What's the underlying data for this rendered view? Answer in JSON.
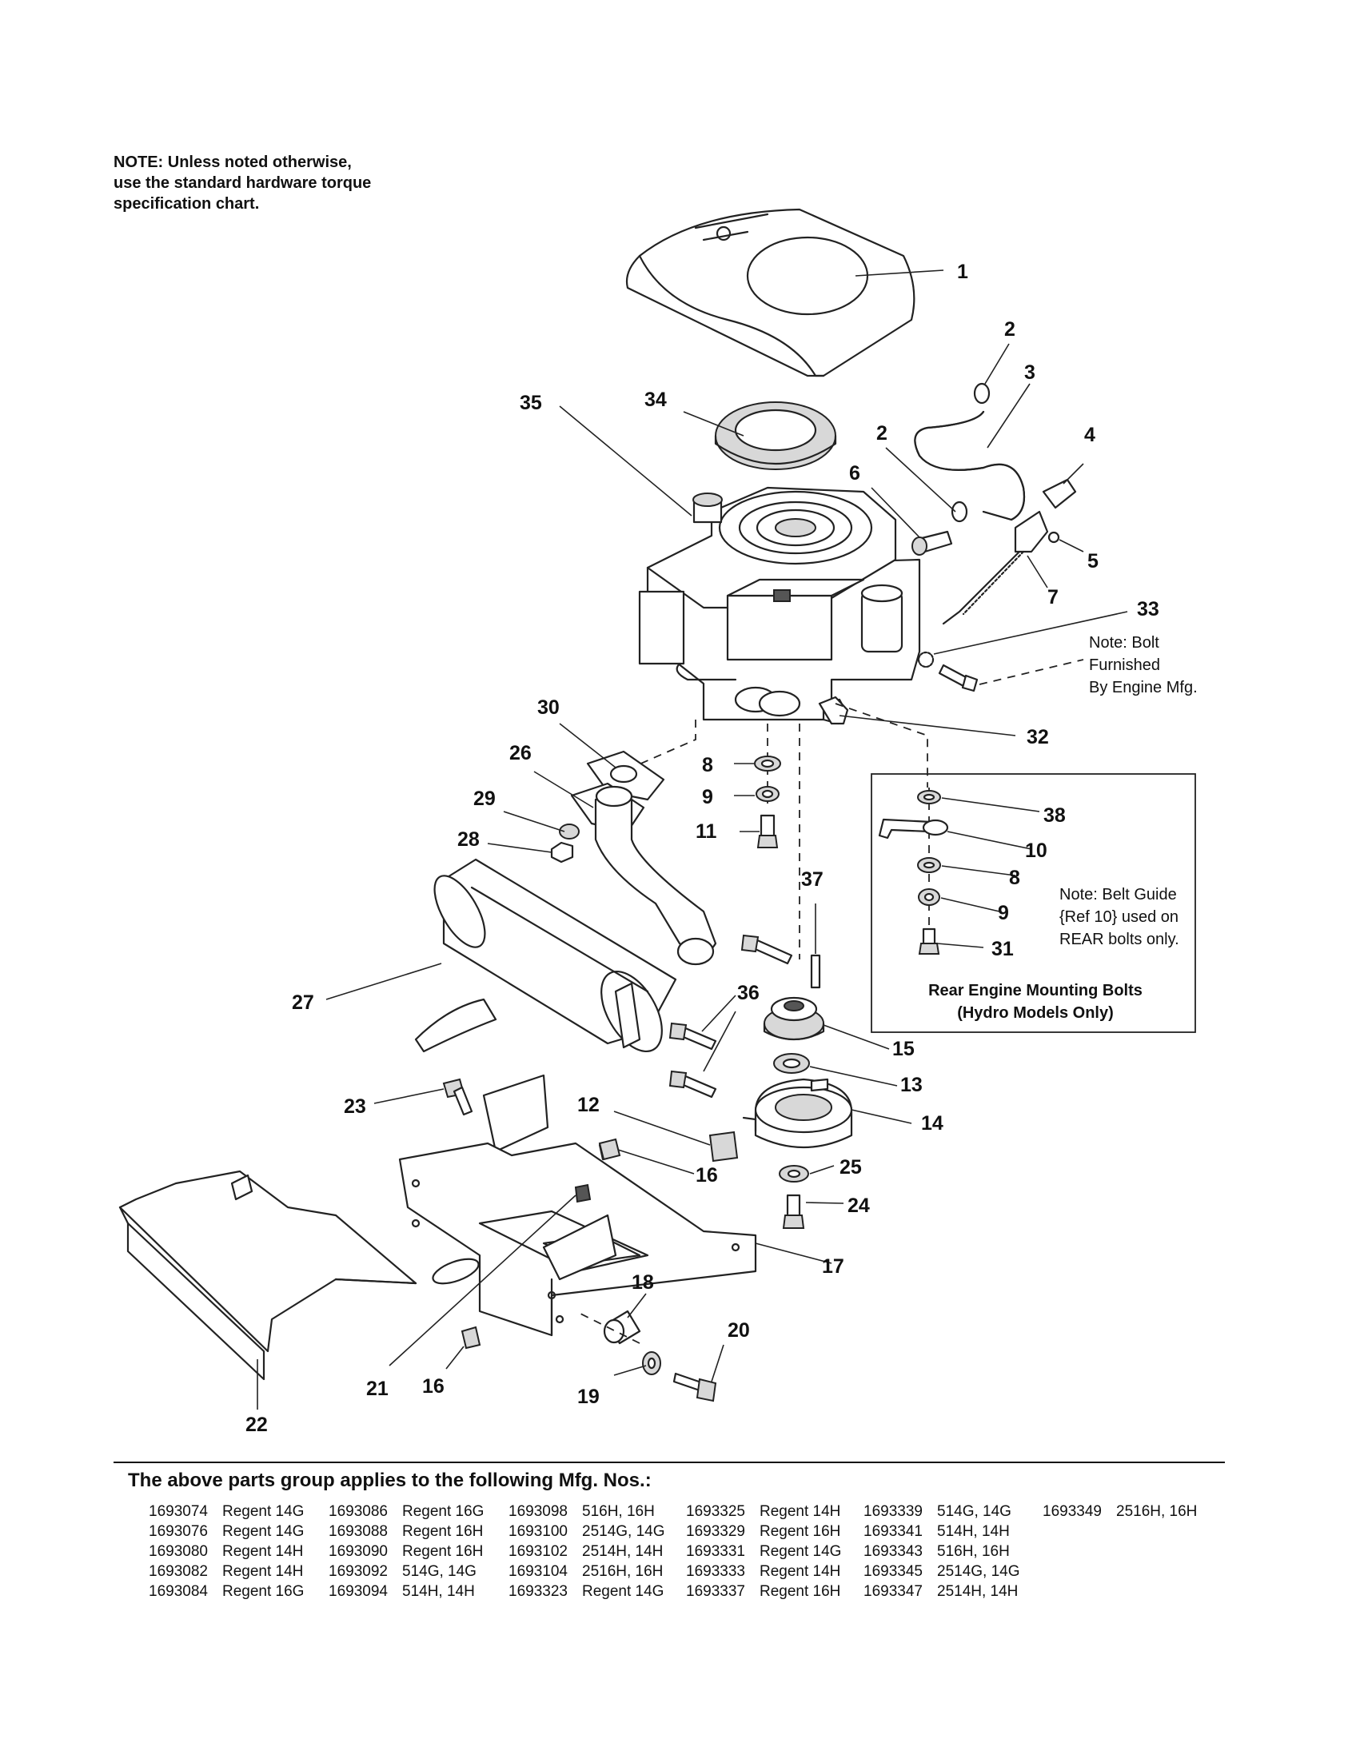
{
  "note_top": [
    "NOTE: Unless noted otherwise,",
    "use the standard hardware torque",
    "specification chart."
  ],
  "callouts": {
    "c1": "1",
    "c2a": "2",
    "c2b": "2",
    "c3": "3",
    "c4": "4",
    "c5": "5",
    "c6": "6",
    "c7": "7",
    "c8a": "8",
    "c8b": "8",
    "c9a": "9",
    "c9b": "9",
    "c10": "10",
    "c11": "11",
    "c12": "12",
    "c13": "13",
    "c14": "14",
    "c15": "15",
    "c16a": "16",
    "c16b": "16",
    "c17": "17",
    "c18": "18",
    "c19": "19",
    "c20": "20",
    "c21": "21",
    "c22": "22",
    "c23": "23",
    "c24": "24",
    "c25": "25",
    "c26": "26",
    "c27": "27",
    "c28": "28",
    "c29": "29",
    "c30": "30",
    "c31": "31",
    "c32": "32",
    "c33": "33",
    "c34": "34",
    "c35": "35",
    "c36": "36",
    "c37": "37",
    "c38": "38"
  },
  "note_bolt": [
    "Note: Bolt",
    "Furnished",
    "By Engine Mfg."
  ],
  "note_belt_guide": [
    "Note: Belt Guide",
    "{Ref 10} used on",
    "REAR bolts only."
  ],
  "rear_box_title": [
    "Rear Engine Mounting Bolts",
    "(Hydro Models Only)"
  ],
  "applies_title": "The above parts group applies to the following Mfg. Nos.:",
  "mfg_columns": [
    [
      {
        "no": "1693074",
        "model": "Regent 14G"
      },
      {
        "no": "1693076",
        "model": "Regent 14G"
      },
      {
        "no": "1693080",
        "model": "Regent 14H"
      },
      {
        "no": "1693082",
        "model": "Regent 14H"
      },
      {
        "no": "1693084",
        "model": "Regent 16G"
      }
    ],
    [
      {
        "no": "1693086",
        "model": "Regent 16G"
      },
      {
        "no": "1693088",
        "model": "Regent 16H"
      },
      {
        "no": "1693090",
        "model": "Regent 16H"
      },
      {
        "no": "1693092",
        "model": "514G, 14G"
      },
      {
        "no": "1693094",
        "model": "514H, 14H"
      }
    ],
    [
      {
        "no": "1693098",
        "model": "516H, 16H"
      },
      {
        "no": "1693100",
        "model": "2514G, 14G"
      },
      {
        "no": "1693102",
        "model": "2514H, 14H"
      },
      {
        "no": "1693104",
        "model": "2516H, 16H"
      },
      {
        "no": "1693323",
        "model": "Regent 14G"
      }
    ],
    [
      {
        "no": "1693325",
        "model": "Regent 14H"
      },
      {
        "no": "1693329",
        "model": "Regent 16H"
      },
      {
        "no": "1693331",
        "model": "Regent 14G"
      },
      {
        "no": "1693333",
        "model": "Regent 14H"
      },
      {
        "no": "1693337",
        "model": "Regent 16H"
      }
    ],
    [
      {
        "no": "1693339",
        "model": "514G, 14G"
      },
      {
        "no": "1693341",
        "model": "514H, 14H"
      },
      {
        "no": "1693343",
        "model": "516H, 16H"
      },
      {
        "no": "1693345",
        "model": "2514G, 14G"
      },
      {
        "no": "1693347",
        "model": "2514H, 14H"
      }
    ],
    [
      {
        "no": "1693349",
        "model": "2516H, 16H"
      }
    ]
  ]
}
